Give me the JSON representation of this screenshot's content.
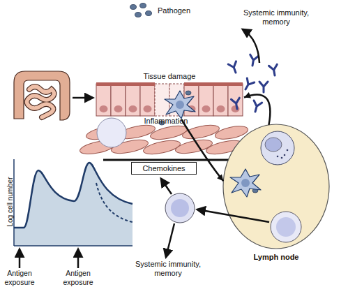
{
  "diagram": {
    "nodes": [
      {
        "text": [
          "Tissue damage"
        ]
      },
      {
        "text": [
          "Chemokines"
        ]
      },
      {
        "text": [
          "Lymph node"
        ]
      }
    ],
    "edges": [
      {
        "from": 0,
        "to": 2,
        "arrow": "to"
      },
      {
        "from": 2,
        "to": 0,
        "arrow": "to"
      }
    ],
    "labels": [
      "Pathogen",
      "Systemic immunity, memory",
      "Inflammation",
      "Log cell number",
      "Antigen exposure",
      "Antigen exposure",
      "Systemic immunity, memory"
    ]
  }
}
